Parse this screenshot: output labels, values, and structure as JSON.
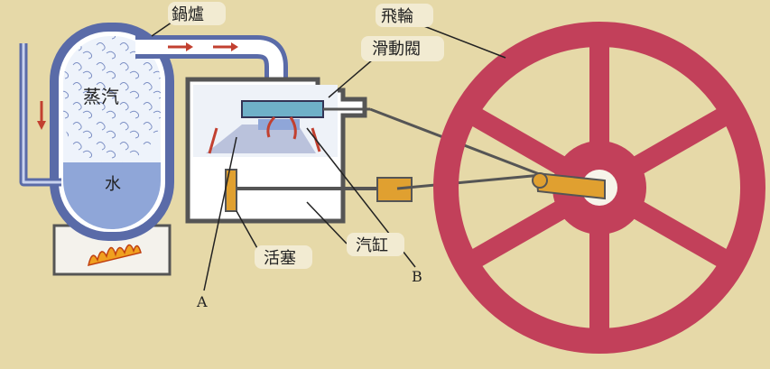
{
  "labels": {
    "boiler": "鍋爐",
    "steam": "蒸汽",
    "water": "水",
    "flywheel": "飛輪",
    "slide_valve": "滑動閥",
    "piston": "活塞",
    "cylinder": "汽缸",
    "point_a": "A",
    "point_b": "B"
  },
  "colors": {
    "background": "#e6d9a8",
    "flywheel": "#c2405a",
    "steam": "#ffffff",
    "water": "#8fa6d8",
    "pipe": "#5a6ba8",
    "valve": "#6fb0c8",
    "piston": "#e0a030",
    "flow_arrow": "#c24030"
  }
}
